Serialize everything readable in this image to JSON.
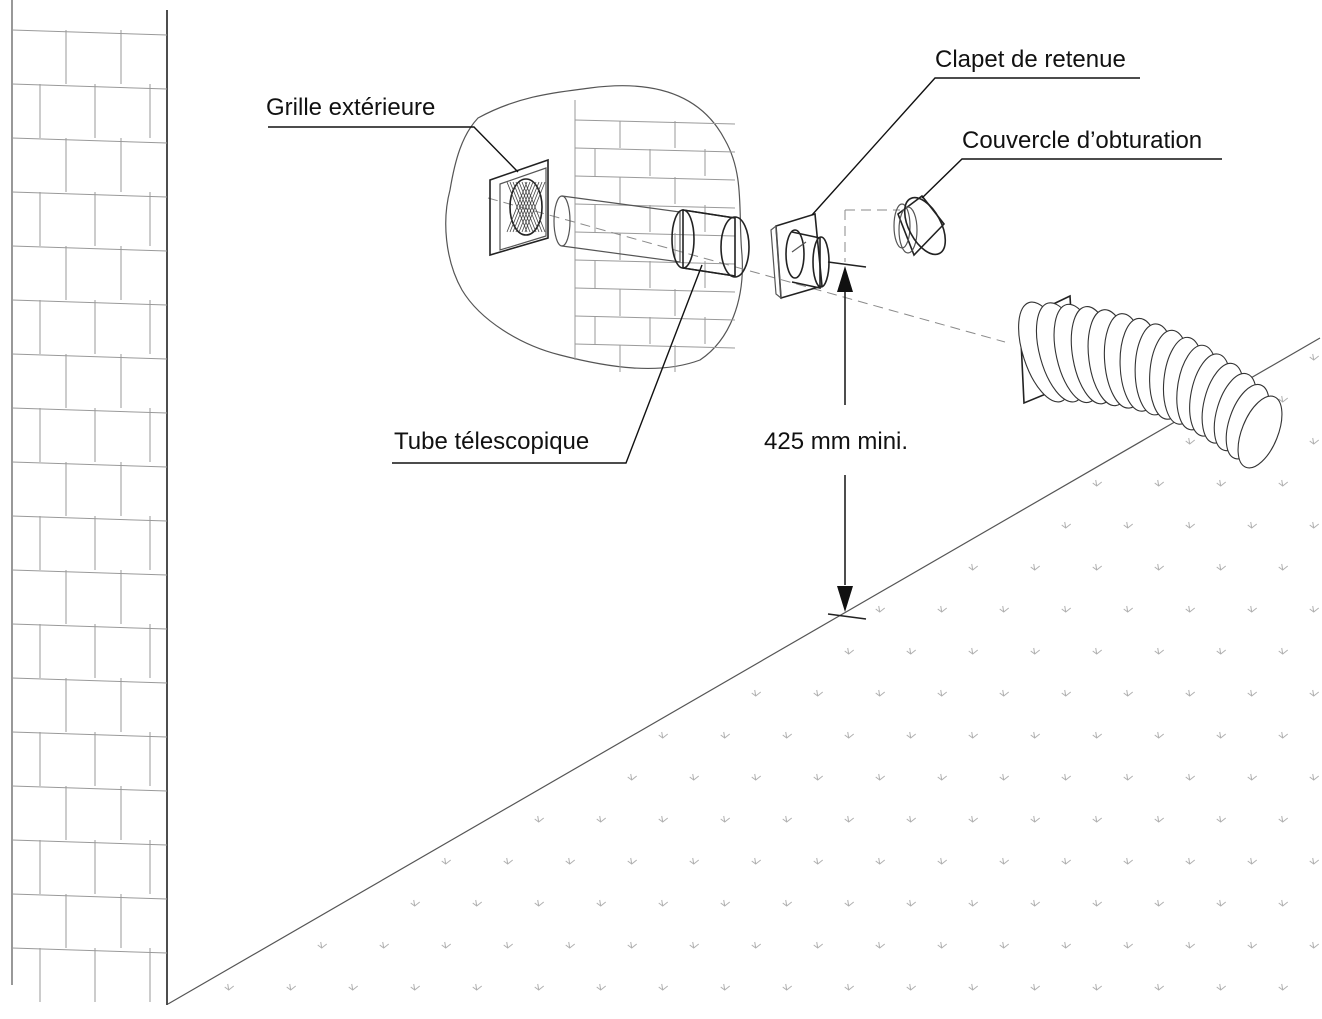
{
  "labels": {
    "grille": "Grille extérieure",
    "clapet": "Clapet de retenue",
    "couvercle": "Couvercle d’obturation",
    "tube": "Tube télescopique",
    "dimension": "425 mm mini."
  },
  "components": [
    {
      "name": "Grille extérieure",
      "icon": "grille-icon"
    },
    {
      "name": "Tube télescopique",
      "icon": "tube-icon"
    },
    {
      "name": "Clapet de retenue",
      "icon": "valve-icon"
    },
    {
      "name": "Couvercle d’obturation",
      "icon": "cap-icon"
    },
    {
      "name": "flexible duct",
      "icon": "duct-icon"
    }
  ],
  "dimension_mm_min": 425,
  "colors": {
    "line": "#222222",
    "light_line": "#9a9a9a",
    "background": "#ffffff"
  }
}
